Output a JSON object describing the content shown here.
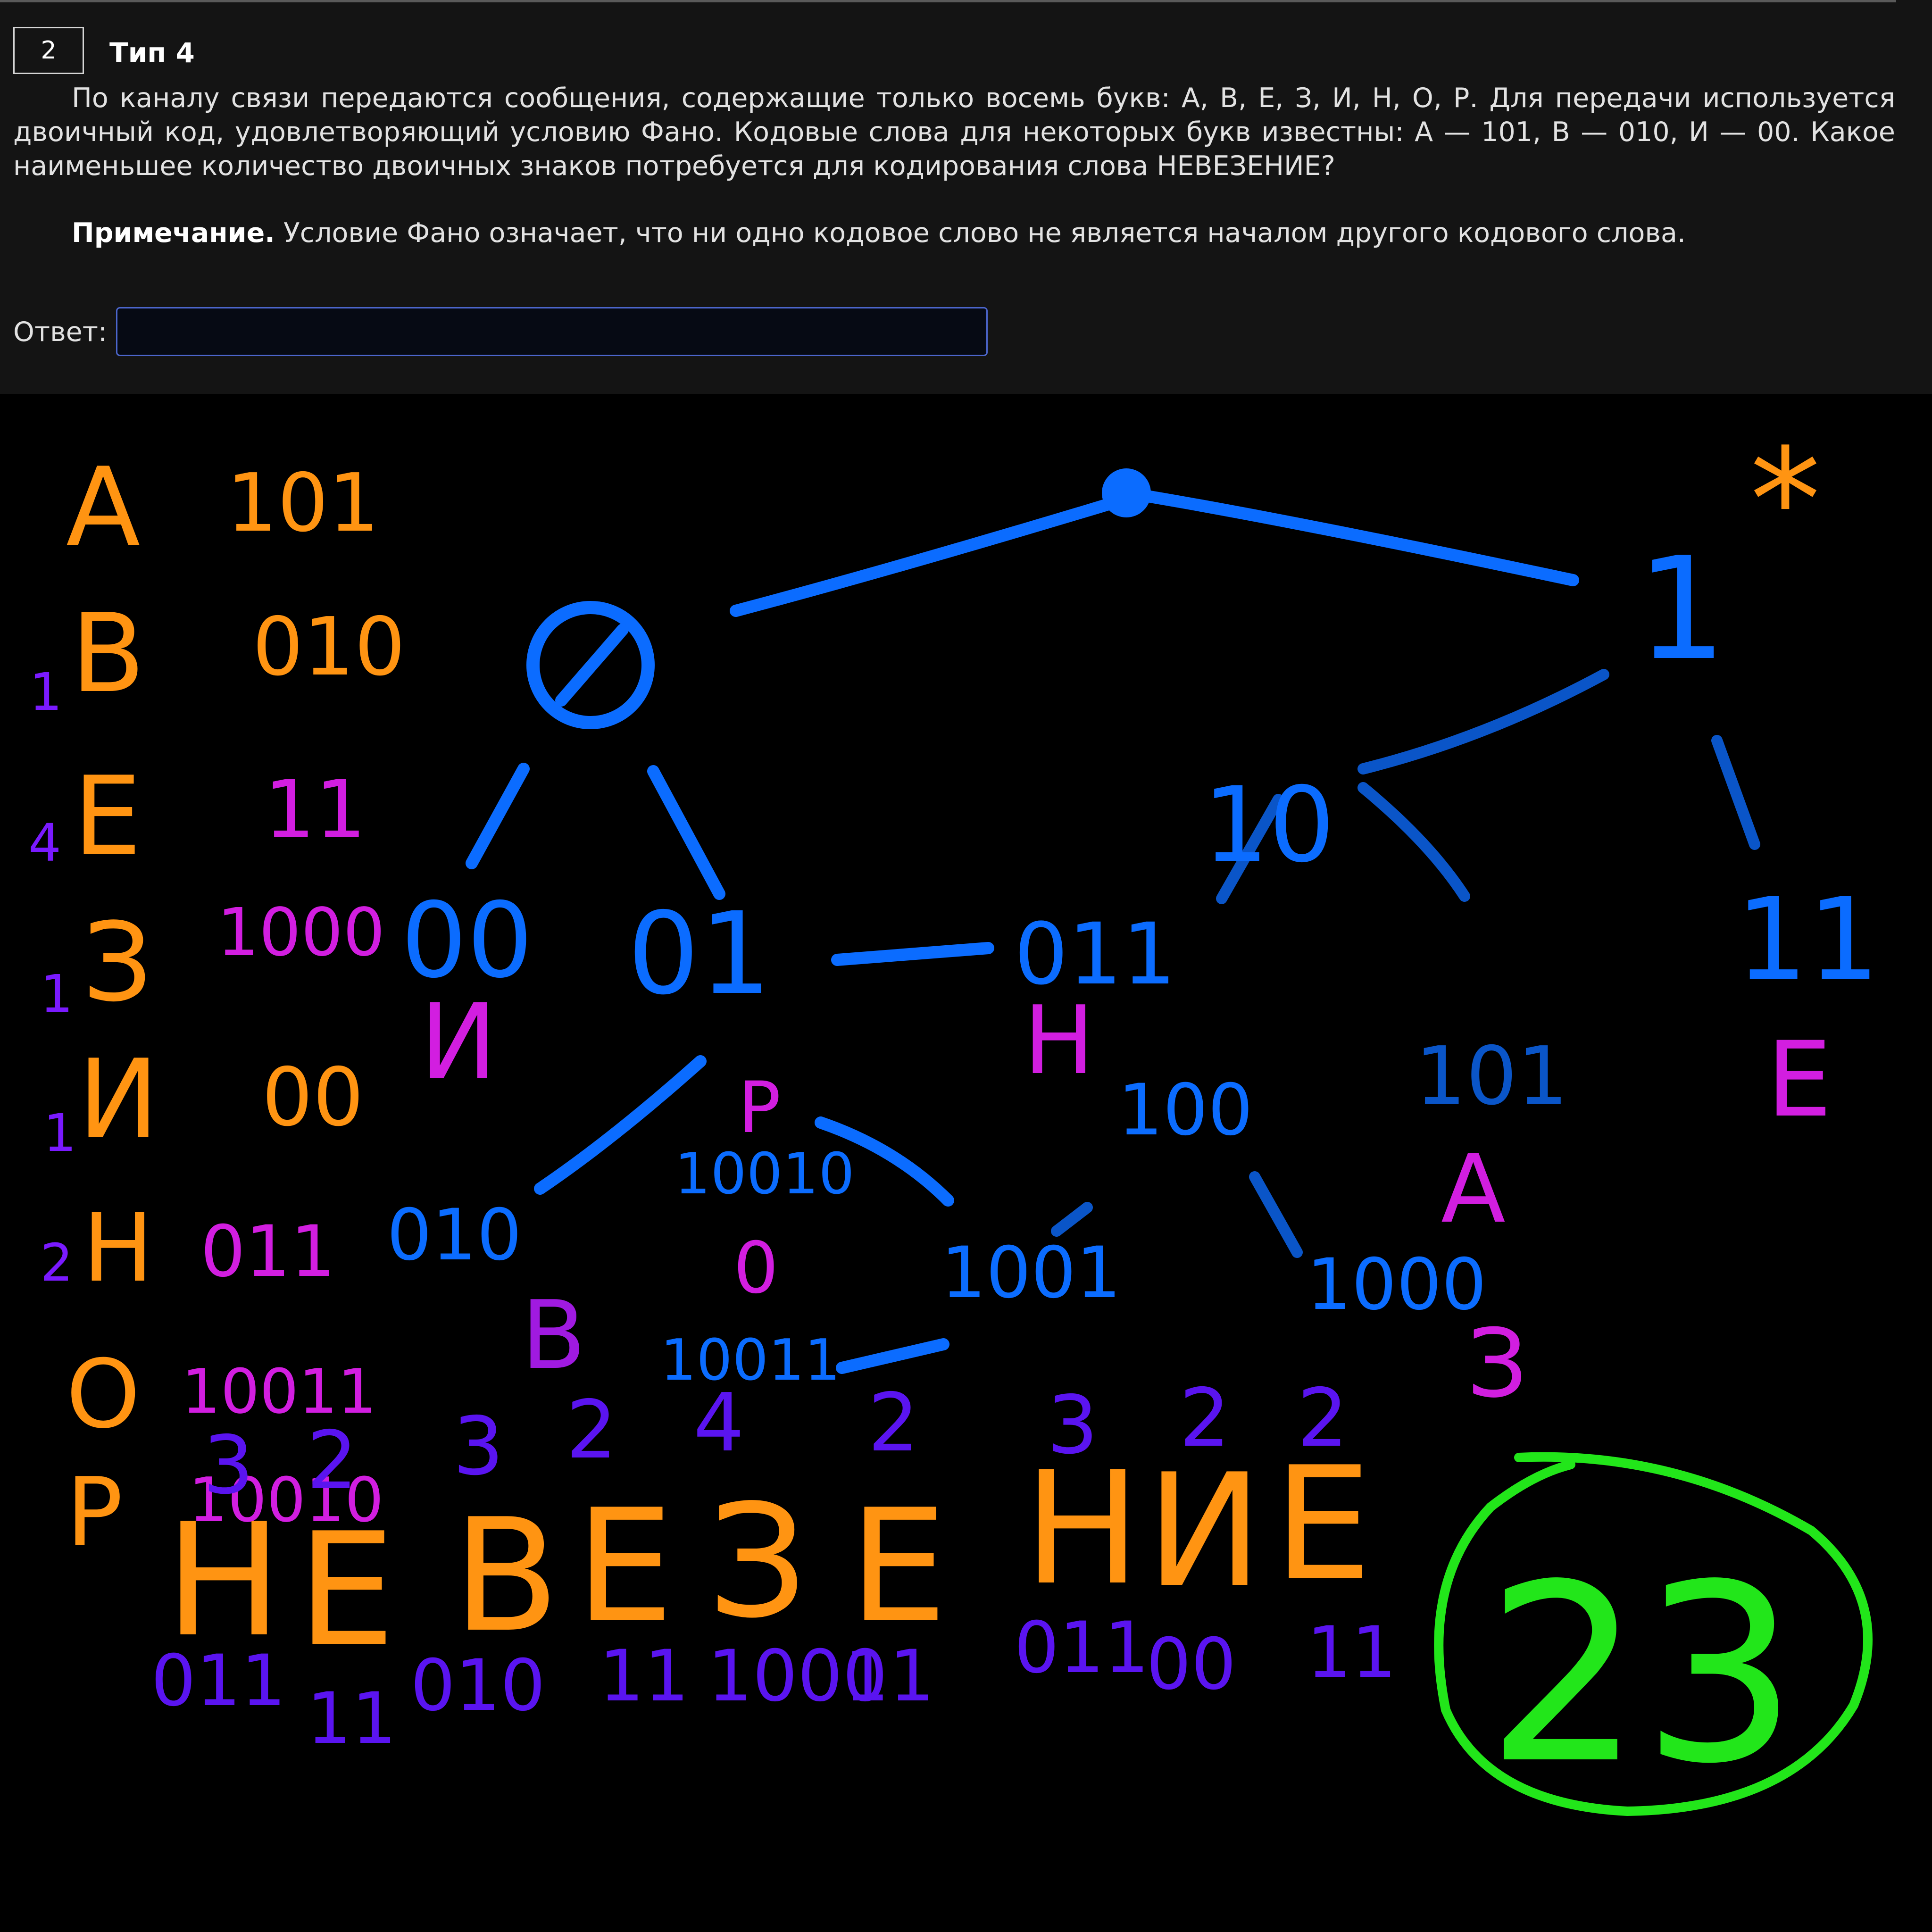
{
  "task": {
    "number": "2",
    "type": "Тип 4",
    "text": "По каналу связи передаются сообщения, содержащие только восемь букв: А, В, Е, З, И, Н, О, Р. Для передачи используется двоичный код, удовлетворяющий условию Фано. Кодовые слова для некоторых букв известны: А — 101, В — 010, И — 00. Какое наименьшее количество двоичных знаков потребуется для кодирования слова НЕВЕЗЕНИЕ?",
    "note_label": "Примечание.",
    "note_text": " Условие Фано означает, что ни одно кодовое слово не является началом другого кодового слова.",
    "answer_label": "Ответ:",
    "answer_value": ""
  },
  "colors": {
    "orange": "#ff9412",
    "tree_blue": "#0b6cff",
    "tree_dark_blue": "#0a55c8",
    "magenta": "#d21ee0",
    "purple": "#a01ae0",
    "indigo": "#5a14f0",
    "violet": "#7a1aff",
    "green": "#22e61a"
  },
  "code_table": [
    {
      "letter": "А",
      "code": "101",
      "count": ""
    },
    {
      "letter": "В",
      "code": "010",
      "count": "1"
    },
    {
      "letter": "Е",
      "code": "11",
      "count": "4"
    },
    {
      "letter": "З",
      "code": "1000",
      "count": "1"
    },
    {
      "letter": "И",
      "code": "00",
      "count": "1"
    },
    {
      "letter": "Н",
      "code": "011",
      "count": "2"
    },
    {
      "letter": "О",
      "code": "10011",
      "count": ""
    },
    {
      "letter": "Р",
      "code": "10010",
      "count": ""
    }
  ],
  "tree": {
    "root_mark": "*",
    "node_0": "0",
    "node_1": "1",
    "node_00": "00",
    "node_01": "01",
    "node_10": "10",
    "node_11": "11",
    "node_011": "011",
    "node_010": "010",
    "node_100": "100",
    "node_101": "101",
    "node_1001": "1001",
    "node_1000": "1000",
    "node_10010": "10010",
    "node_10011": "10011",
    "leaf_00": "И",
    "leaf_011": "Н",
    "leaf_101": "А",
    "leaf_11": "Е",
    "leaf_010": "В",
    "leaf_1000": "З",
    "leaf_10010": "Р",
    "leaf_10011": "0"
  },
  "word": {
    "letters": [
      "Н",
      "Е",
      "В",
      "Е",
      "З",
      "Е",
      "Н",
      "И",
      "Е"
    ],
    "lengths": [
      "3",
      "2",
      "3",
      "2",
      "4",
      "2",
      "3",
      "2",
      "2"
    ],
    "codes_left": [
      "011",
      "11",
      "010",
      "11",
      "1000",
      "11"
    ],
    "codes_right": [
      "011",
      "00",
      "11"
    ]
  },
  "answer_circled": "23"
}
